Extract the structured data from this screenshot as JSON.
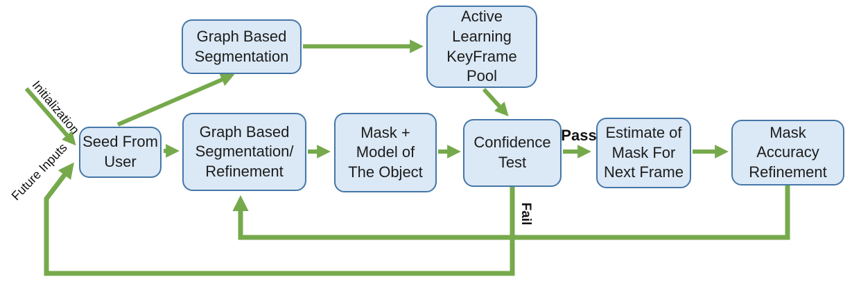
{
  "diagram": {
    "type": "flowchart",
    "colors": {
      "node_fill": "#dbe8f5",
      "node_border": "#4576a8",
      "arrow": "#76a94b",
      "text": "#1c1c1c"
    },
    "nodes": [
      {
        "id": "seed-from-user",
        "label": "Seed From\nUser"
      },
      {
        "id": "graph-based-segmentation",
        "label": "Graph Based\nSegmentation"
      },
      {
        "id": "active-learning-keyframe-pool",
        "label": "Active\nLearning\nKeyFrame\nPool"
      },
      {
        "id": "graph-based-segmentation-refinement",
        "label": "Graph Based\nSegmentation/\nRefinement"
      },
      {
        "id": "mask-model-of-object",
        "label": "Mask +\nModel of\nThe Object"
      },
      {
        "id": "confidence-test",
        "label": "Confidence\nTest"
      },
      {
        "id": "estimate-of-mask-next-frame",
        "label": "Estimate of\nMask For\nNext Frame"
      },
      {
        "id": "mask-accuracy-refinement",
        "label": "Mask\nAccuracy\nRefinement"
      }
    ],
    "edges": [
      {
        "from": "external-input",
        "to": "seed-from-user",
        "label": "Initialization"
      },
      {
        "from": "seed-from-user",
        "to": "graph-based-segmentation",
        "label": ""
      },
      {
        "from": "graph-based-segmentation",
        "to": "active-learning-keyframe-pool",
        "label": ""
      },
      {
        "from": "active-learning-keyframe-pool",
        "to": "confidence-test",
        "label": ""
      },
      {
        "from": "seed-from-user",
        "to": "graph-based-segmentation-refinement",
        "label": ""
      },
      {
        "from": "graph-based-segmentation-refinement",
        "to": "mask-model-of-object",
        "label": ""
      },
      {
        "from": "mask-model-of-object",
        "to": "confidence-test",
        "label": ""
      },
      {
        "from": "confidence-test",
        "to": "estimate-of-mask-next-frame",
        "label": "Pass"
      },
      {
        "from": "estimate-of-mask-next-frame",
        "to": "mask-accuracy-refinement",
        "label": ""
      },
      {
        "from": "mask-accuracy-refinement",
        "to": "graph-based-segmentation-refinement",
        "label": ""
      },
      {
        "from": "confidence-test",
        "to": "seed-from-user",
        "label": "Fail",
        "entry_label": "Future Inputs"
      }
    ]
  }
}
